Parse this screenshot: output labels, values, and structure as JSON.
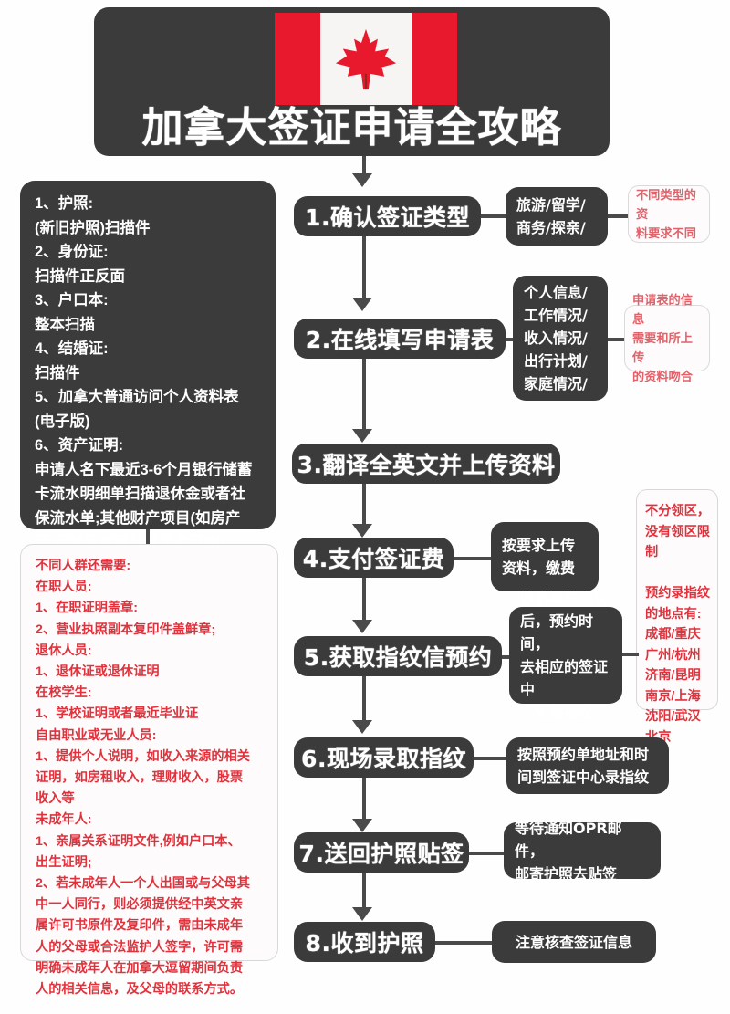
{
  "header": {
    "title": "加拿大签证申请全攻略",
    "flag_icon": "canada-flag-icon",
    "flag_colors": {
      "red": "#e8192c",
      "white": "#f7f5f3"
    }
  },
  "documents_box": {
    "text": "1、护照:\n(新旧护照)扫描件\n2、身份证:\n扫描件正反面\n3、户口本:\n整本扫描\n4、结婚证:\n扫描件\n5、加拿大普通访问个人资料表\n(电子版)\n6、资产证明:\n申请人名下最近3-6个月银行储蓄\n卡流水明细单扫描退休金或者社\n保流水单;其他财产项目(如房产\n证 行驶证或者其他资金证明)"
  },
  "extra_requirements_box": {
    "text": "不同人群还需要:\n在职人员:\n1、在职证明盖章:\n2、营业执照副本复印件盖鲜章;\n退休人员:\n1、退休证或退休证明\n在校学生:\n1、学校证明或者最近毕业证\n自由职业或无业人员:\n1、提供个人说明，如收入来源的相关\n证明，如房租收入，理财收入，股票\n收入等\n未成年人:\n1、亲属关系证明文件,例如户口本、\n出生证明;\n2、若未成年人一个人出国或与父母其\n中一人同行，则必须提供经中英文亲\n属许可书原件及复印件，需由未成年\n人的父母或合法监护人签字，许可需\n明确未成年人在加拿大逗留期间负责\n人的相关信息，及父母的联系方式。"
  },
  "region_note_box": {
    "text": "不分领区，\n没有领区限\n制\n\n预约录指纹\n的地点有:\n成都/重庆\n广州/杭州\n济南/昆明\n南京/上海\n沈阳/武汉\n北京"
  },
  "steps": [
    {
      "label": "1.确认签证类型",
      "detail": "旅游/留学/\n商务/探亲/",
      "note": "不同类型的资\n料要求不同"
    },
    {
      "label": "2.在线填写申请表",
      "detail": "个人信息/\n工作情况/\n收入情况/\n出行计划/\n家庭情况/",
      "note": "申请表的信息\n需要和所上传\n的资料吻合"
    },
    {
      "label": "3.翻译全英文并上传资料",
      "detail": "",
      "note": ""
    },
    {
      "label": "4.支付签证费",
      "detail": "按要求上传\n资料，缴费",
      "note": ""
    },
    {
      "label": "5.获取指纹信预约",
      "detail": "收到邮件确认\n后，预约时间，\n去相应的签证中\n心采集指纹",
      "note": ""
    },
    {
      "label": "6.现场录取指纹",
      "detail": "按照预约单地址和时\n间到签证中心录指纹",
      "note": ""
    },
    {
      "label": "7.送回护照贴签",
      "detail": "等待通知OPR邮件，\n邮寄护照去贴签",
      "note": ""
    },
    {
      "label": "8.收到护照",
      "detail": "注意核查签证信息",
      "note": ""
    }
  ],
  "colors": {
    "dark_box": "#3b3b3b",
    "red_text": "#e0323c",
    "note_text": "#e0636b",
    "connector": "#4a4a4a",
    "background": "#fefefe"
  }
}
